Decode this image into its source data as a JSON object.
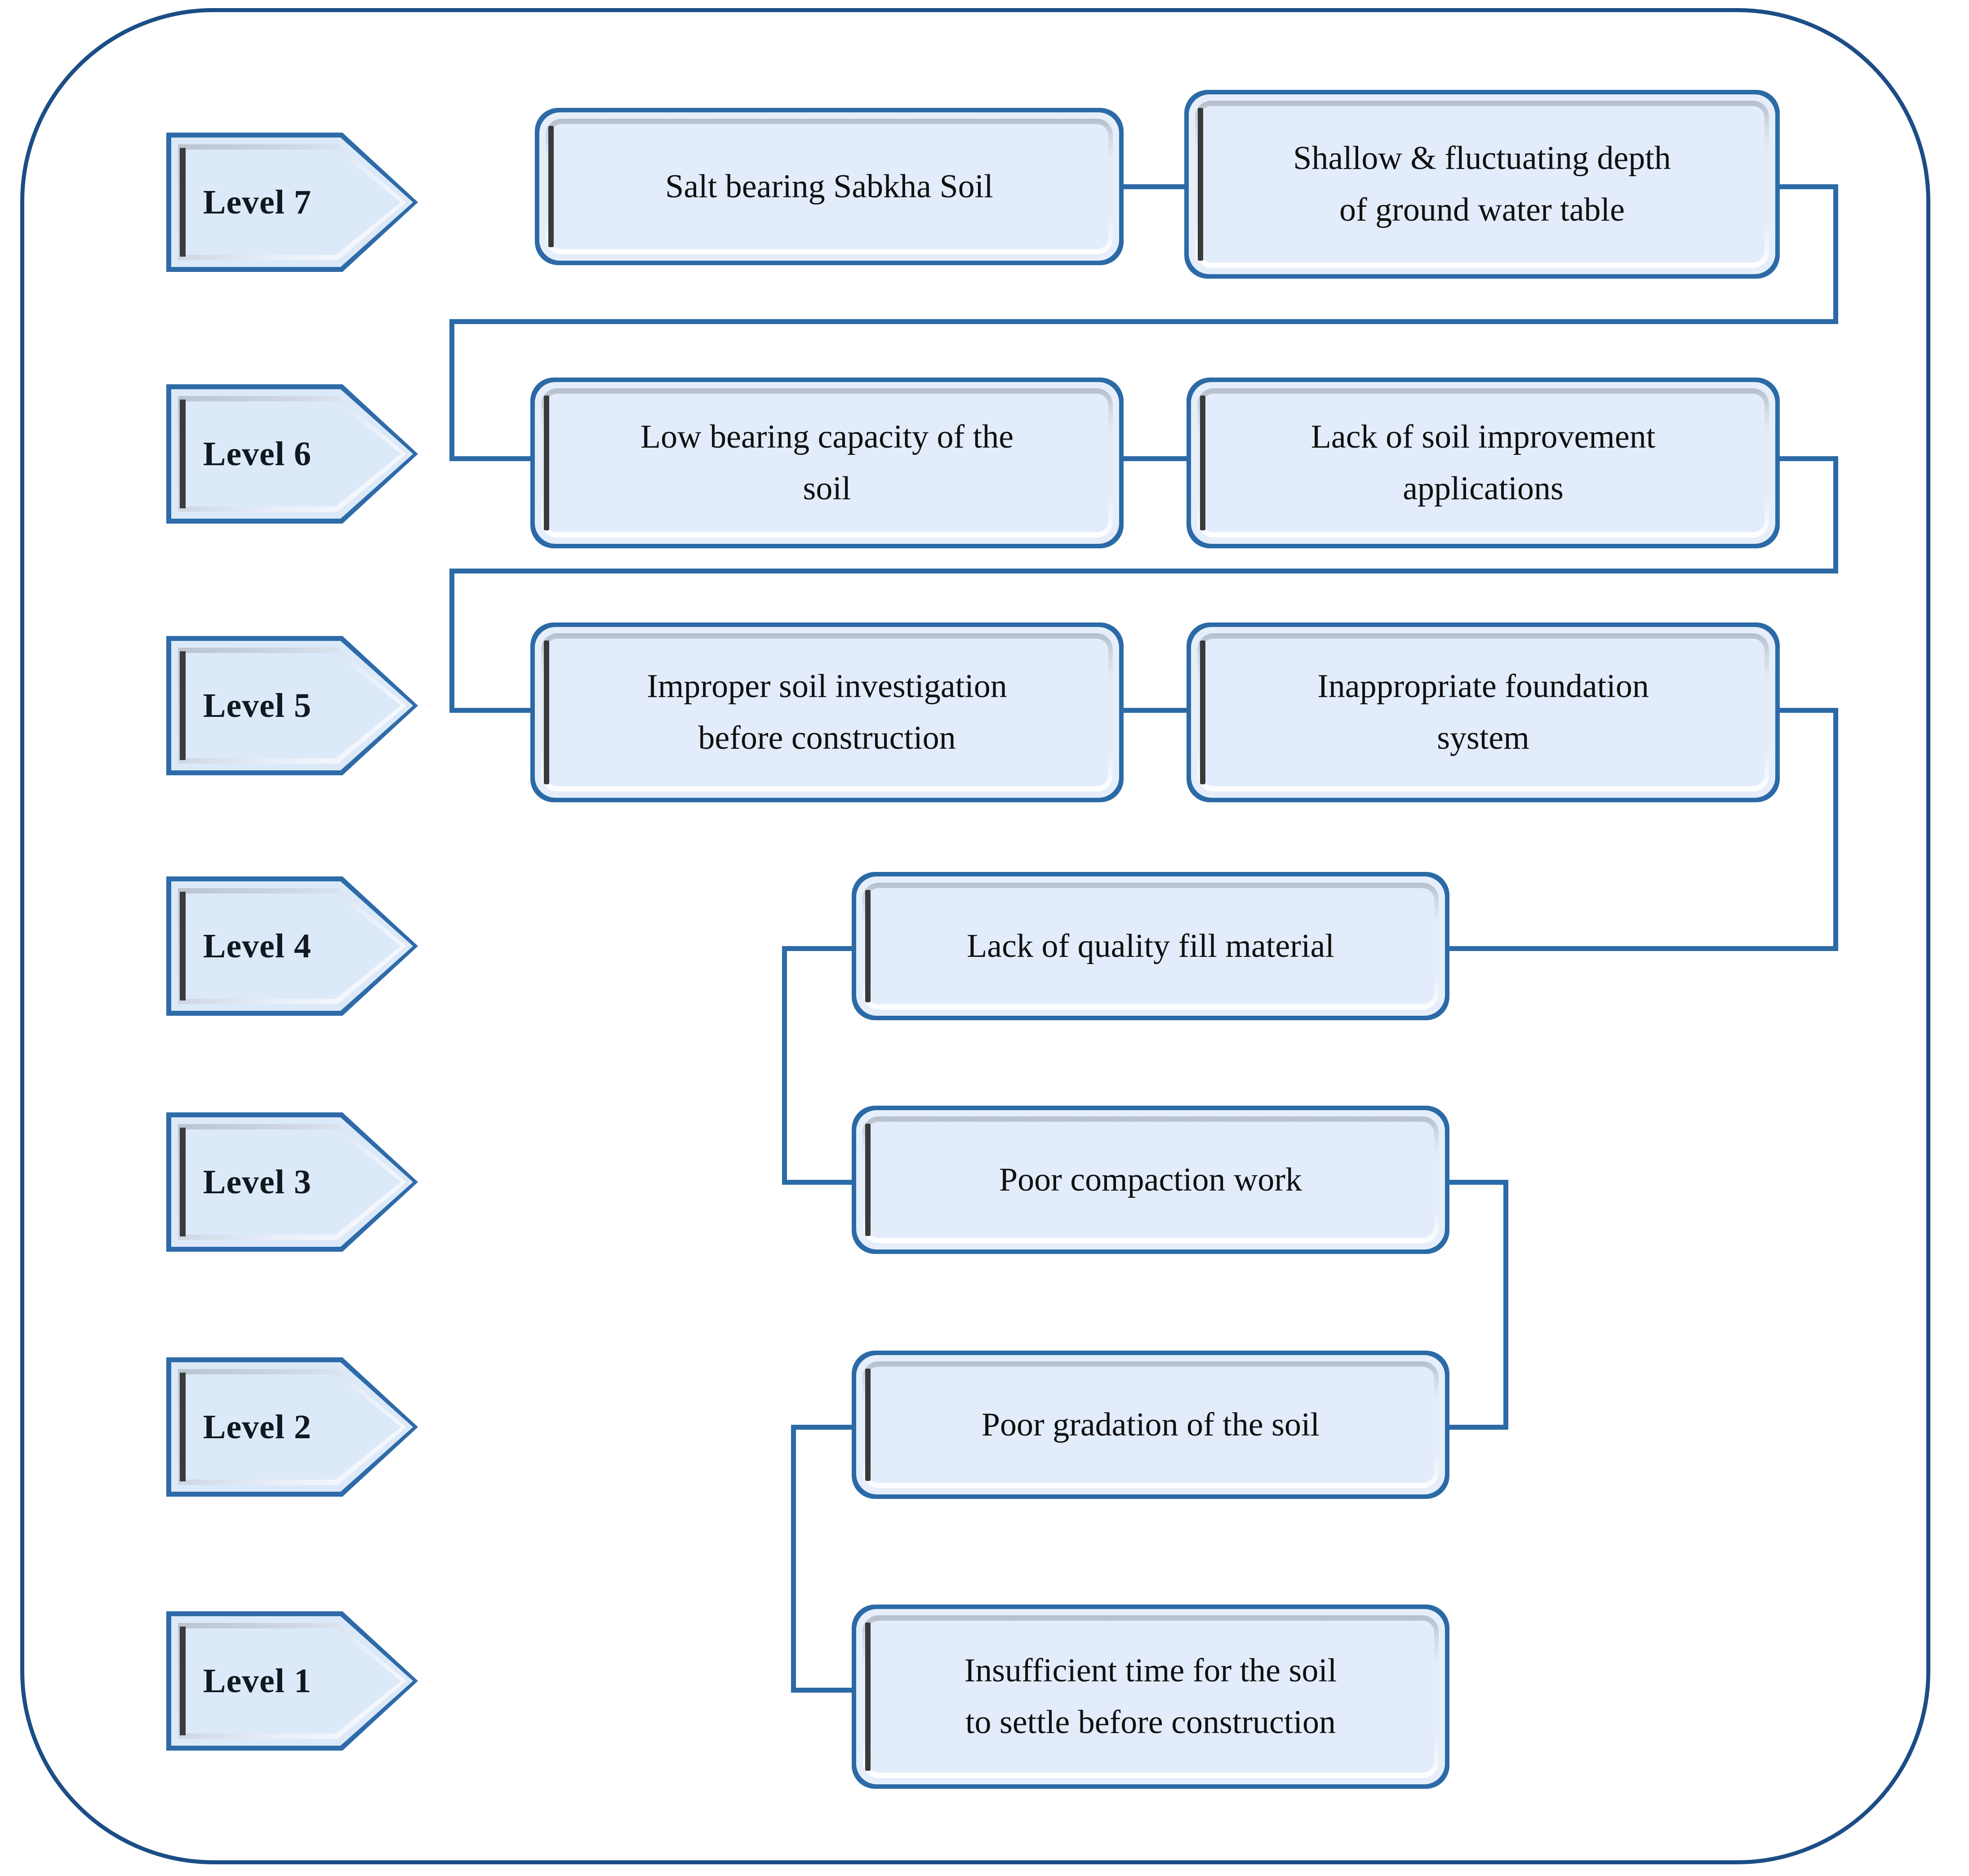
{
  "diagram": {
    "type": "ism-level-partition",
    "title": "",
    "levels": [
      {
        "id": "level7",
        "label": "Level 7"
      },
      {
        "id": "level6",
        "label": "Level 6"
      },
      {
        "id": "level5",
        "label": "Level 5"
      },
      {
        "id": "level4",
        "label": "Level 4"
      },
      {
        "id": "level3",
        "label": "Level 3"
      },
      {
        "id": "level2",
        "label": "Level 2"
      },
      {
        "id": "level1",
        "label": "Level 1"
      }
    ],
    "factors": [
      {
        "id": "f1",
        "level": "Level 7",
        "text": "Salt bearing Sabkha Soil"
      },
      {
        "id": "f2",
        "level": "Level 7",
        "text": "Shallow & fluctuating depth\nof ground water table"
      },
      {
        "id": "f3",
        "level": "Level 6",
        "text": "Low bearing capacity of the\nsoil"
      },
      {
        "id": "f4",
        "level": "Level 6",
        "text": "Lack of soil improvement\napplications"
      },
      {
        "id": "f5",
        "level": "Level 5",
        "text": "Improper soil investigation\nbefore construction"
      },
      {
        "id": "f6",
        "level": "Level 5",
        "text": "Inappropriate foundation\nsystem"
      },
      {
        "id": "f7",
        "level": "Level 4",
        "text": "Lack of quality fill material"
      },
      {
        "id": "f8",
        "level": "Level 3",
        "text": "Poor compaction work"
      },
      {
        "id": "f9",
        "level": "Level 2",
        "text": "Poor gradation of the soil"
      },
      {
        "id": "f10",
        "level": "Level 1",
        "text": "Insufficient time for the soil\nto settle before construction"
      }
    ],
    "colors": {
      "frame_border": "#1c4d86",
      "box_border": "#2b6aa6",
      "box_fill": "#e2ecfa",
      "connector": "#2c6aa6",
      "text": "#101010"
    }
  }
}
